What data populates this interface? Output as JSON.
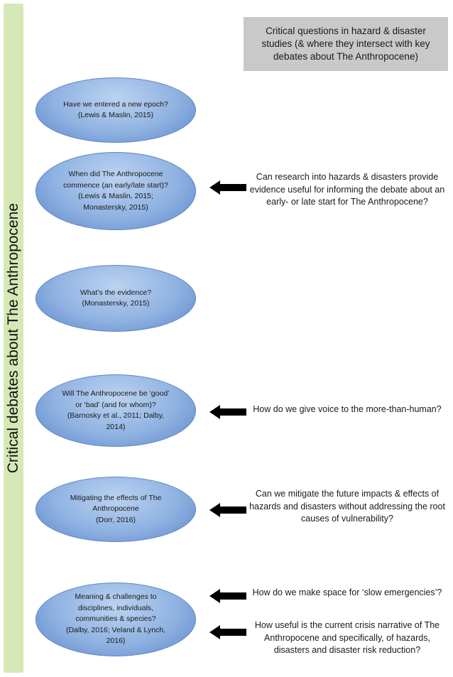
{
  "side_title": "Critical debates about The Anthropocene",
  "header": "Critical questions in hazard & disaster studies (& where they intersect with key debates about The Anthropocene)",
  "debates": [
    {
      "question": "Have we entered a new epoch?",
      "citation": "(Lewis & Maslin, 2015)"
    },
    {
      "question": "When did The Anthropocene commence (an early/late start)?",
      "citation": "(Lewis & Maslin, 2015; Monastersky, 2015)"
    },
    {
      "question": "What’s the evidence?",
      "citation": "(Monastersky, 2015)"
    },
    {
      "question": "Will The Anthropocene be ‘good’ or ‘bad’ (and for whom)?",
      "citation": "(Barnosky et al., 2011; Dalby, 2014)"
    },
    {
      "question": "Mitigating the effects of The Anthropocene",
      "citation": "(Dorr, 2016)"
    },
    {
      "question": "Meaning & challenges to disciplines, individuals, communities & species?",
      "citation": "(Dalby, 2016; Veland & Lynch, 2016)"
    }
  ],
  "hazard_questions": [
    "Can research into hazards & disasters provide evidence useful for informing the debate about an early- or late start for The Anthropocene?",
    "How do we give voice to the more-than-human?",
    "Can we mitigate the future impacts & effects of hazards and disasters without addressing the root causes of vulnerability?",
    "How do we make space for ‘slow emergencies’?",
    "How useful is the current crisis narrative of The Anthropocene and specifically, of hazards, disasters and disaster risk reduction?"
  ]
}
